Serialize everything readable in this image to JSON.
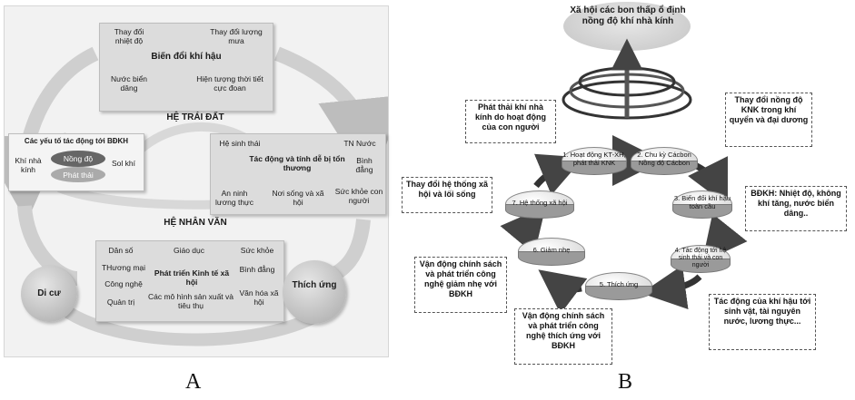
{
  "panel_a": {
    "climate_box": {
      "title": "Biến đổi khí hậu",
      "items": [
        "Thay đổi nhiệt độ",
        "Thay đổi lượng mưa",
        "Nước biển dâng",
        "Hiện tượng thời tiết cực đoan"
      ]
    },
    "earth_label": "HỆ TRÁI ĐẤT",
    "human_label": "HỆ NHÂN VĂN",
    "factors_box": {
      "title": "Các yếu tố tác động tới BĐKH",
      "items": [
        "Khí nhà kính",
        "Nồng độ",
        "Sol khí",
        "Phát thải"
      ]
    },
    "impact_box": {
      "title": "Tác động và tính dễ bị tổn thương",
      "items": [
        "Hệ sinh thái",
        "TN Nước",
        "Bình đẳng",
        "An ninh lương thực",
        "Nơi sống và xã hội",
        "Sức khỏe con người"
      ]
    },
    "social_box": {
      "title": "Phát triển Kinh tế xã hội",
      "items": [
        "Dân số",
        "Giáo dục",
        "Sức khỏe",
        "THương mại",
        "Công nghệ",
        "Bình đẳng",
        "Quản trị",
        "Các mô hình sản xuất và tiêu thụ",
        "Văn hóa xã hội"
      ]
    },
    "migration": "Di cư",
    "adaptation": "Thích ứng"
  },
  "panel_b": {
    "top_label": "Xã hội các bon thấp ổ định nồng độ khí nhà kính",
    "stages": [
      "1. Hoạt động KT-XH, phát thải KNK",
      "2. Chu kỳ Cácbon Nồng độ Cácbon",
      "3. Biến đổi khí hậu toàn cầu",
      "4. Tác động tới hệ sinh thái và con người",
      "5. Thích ứng",
      "6. Giảm nhẹ",
      "7. Hệ thống xã hội"
    ],
    "notes": [
      "Phát thải khí nhà kính do hoạt động của con người",
      "Thay đổi nồng độ KNK trong khí quyển và đại dương",
      "BĐKH: Nhiệt độ, không khí tăng, nước biển dâng..",
      "Tác động của khí hậu tới sinh vật, tài nguyên nước, lương thực...",
      "Vận động chính sách và phát triển công nghệ thích ứng với BĐKH",
      "Vận động chính sách và phát triển công nghệ giảm nhẹ với BĐKH",
      "Thay đổi hệ thống xã hội và lối sống"
    ]
  },
  "captions": {
    "a": "A",
    "b": "B"
  }
}
